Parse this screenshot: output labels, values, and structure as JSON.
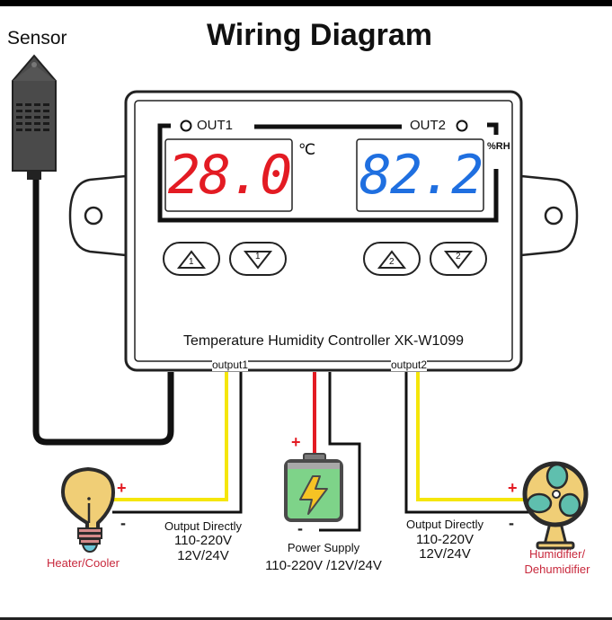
{
  "title": "Wiring Diagram",
  "sensor": {
    "label": "Sensor"
  },
  "controller": {
    "model_label": "Temperature Humidity Controller XK-W1099",
    "out1_label": "OUT1",
    "out2_label": "OUT2",
    "display1": {
      "value": "28.0",
      "unit": "℃",
      "color": "#e31b23"
    },
    "display2": {
      "value": "82.2",
      "unit": "%RH",
      "color": "#1f6fe0"
    },
    "buttons": [
      {
        "glyph": "1",
        "direction": "up"
      },
      {
        "glyph": "1",
        "direction": "down"
      },
      {
        "glyph": "2",
        "direction": "up"
      },
      {
        "glyph": "2",
        "direction": "down"
      }
    ],
    "output1_label": "output1",
    "output2_label": "output2"
  },
  "loads": {
    "left": {
      "name": "Heater/Cooler",
      "plus": "+",
      "minus": "-",
      "note_title": "Output Directly",
      "note_line1": "110-220V",
      "note_line2": "12V/24V"
    },
    "center": {
      "name": "Power Supply",
      "plus": "+",
      "minus": "-",
      "voltage": "110-220V /12V/24V"
    },
    "right": {
      "name_line1": "Humidifier/",
      "name_line2": "Dehumidifier",
      "plus": "+",
      "minus": "-",
      "note_title": "Output Directly",
      "note_line1": "110-220V",
      "note_line2": "12V/24V"
    }
  },
  "colors": {
    "wire_yellow": "#f5e60a",
    "wire_red": "#e31b23",
    "wire_black": "#111111",
    "label_red": "#c8283c"
  }
}
